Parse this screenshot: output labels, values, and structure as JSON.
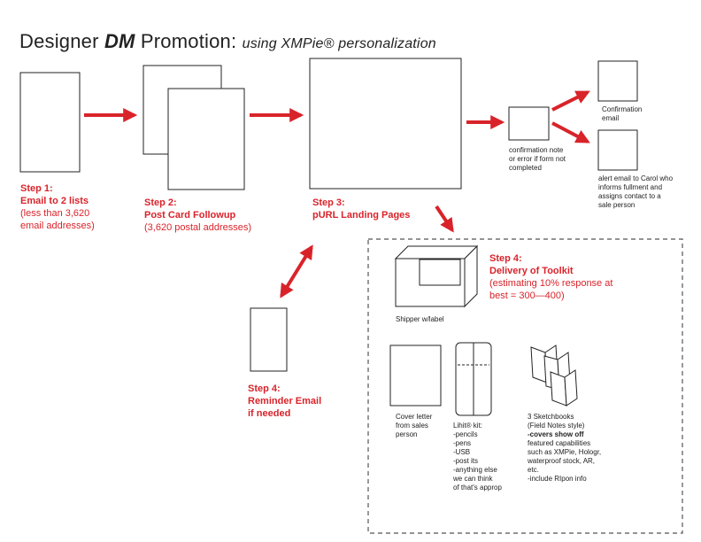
{
  "title": {
    "prefix": "Designer",
    "bold": "DM",
    "middle": "Promotion:",
    "subtitle": "using XMPie® personalization"
  },
  "steps": {
    "step1": {
      "heading": [
        "Step 1:",
        "Email to 2 lists"
      ],
      "detail": [
        "(less than 3,620",
        "email addresses)"
      ]
    },
    "step2": {
      "heading": [
        "Step 2:",
        "Post Card Followup"
      ],
      "detail": [
        "(3,620 postal addresses)"
      ]
    },
    "step3": {
      "heading": [
        "Step 3:",
        "pURL Landing Pages"
      ],
      "detail": []
    },
    "step4_toolkit": {
      "heading": [
        "Step 4:",
        "Delivery of Toolkit"
      ],
      "detail": [
        "(estimating 10% response at",
        "best = 300—400)"
      ]
    },
    "step4_reminder": {
      "heading": [
        "Step 4:",
        "Reminder Email",
        "if needed"
      ],
      "detail": []
    }
  },
  "notes": {
    "confirmation_note": [
      "confirmation note",
      "or error if form not",
      "completed"
    ],
    "confirmation_email": [
      "Confirmation",
      "email"
    ],
    "alert_email": [
      "alert email to Carol who",
      "informs fullment and",
      "assigns contact to a",
      "sale person"
    ],
    "shipper": [
      "Shipper w/label"
    ],
    "cover_letter": [
      "Cover letter",
      "from sales",
      "person"
    ],
    "lihit_kit": [
      "Lihit® kit:",
      "-pencils",
      "-pens",
      "-USB",
      "-post its",
      "-anything else",
      "we can think",
      "of that's approp"
    ],
    "sketchbooks": {
      "line1": "3 Sketchbooks",
      "line2": "(Field Notes style)",
      "bold": "-covers show off",
      "rest": [
        "featured capabilities",
        "such as XMPie, Hologr,",
        "waterproof stock, AR,",
        "etc.",
        "-include RIpon info"
      ]
    }
  },
  "colors": {
    "accent": "#d9232a",
    "stroke": "#222222",
    "dash": "#555555"
  }
}
